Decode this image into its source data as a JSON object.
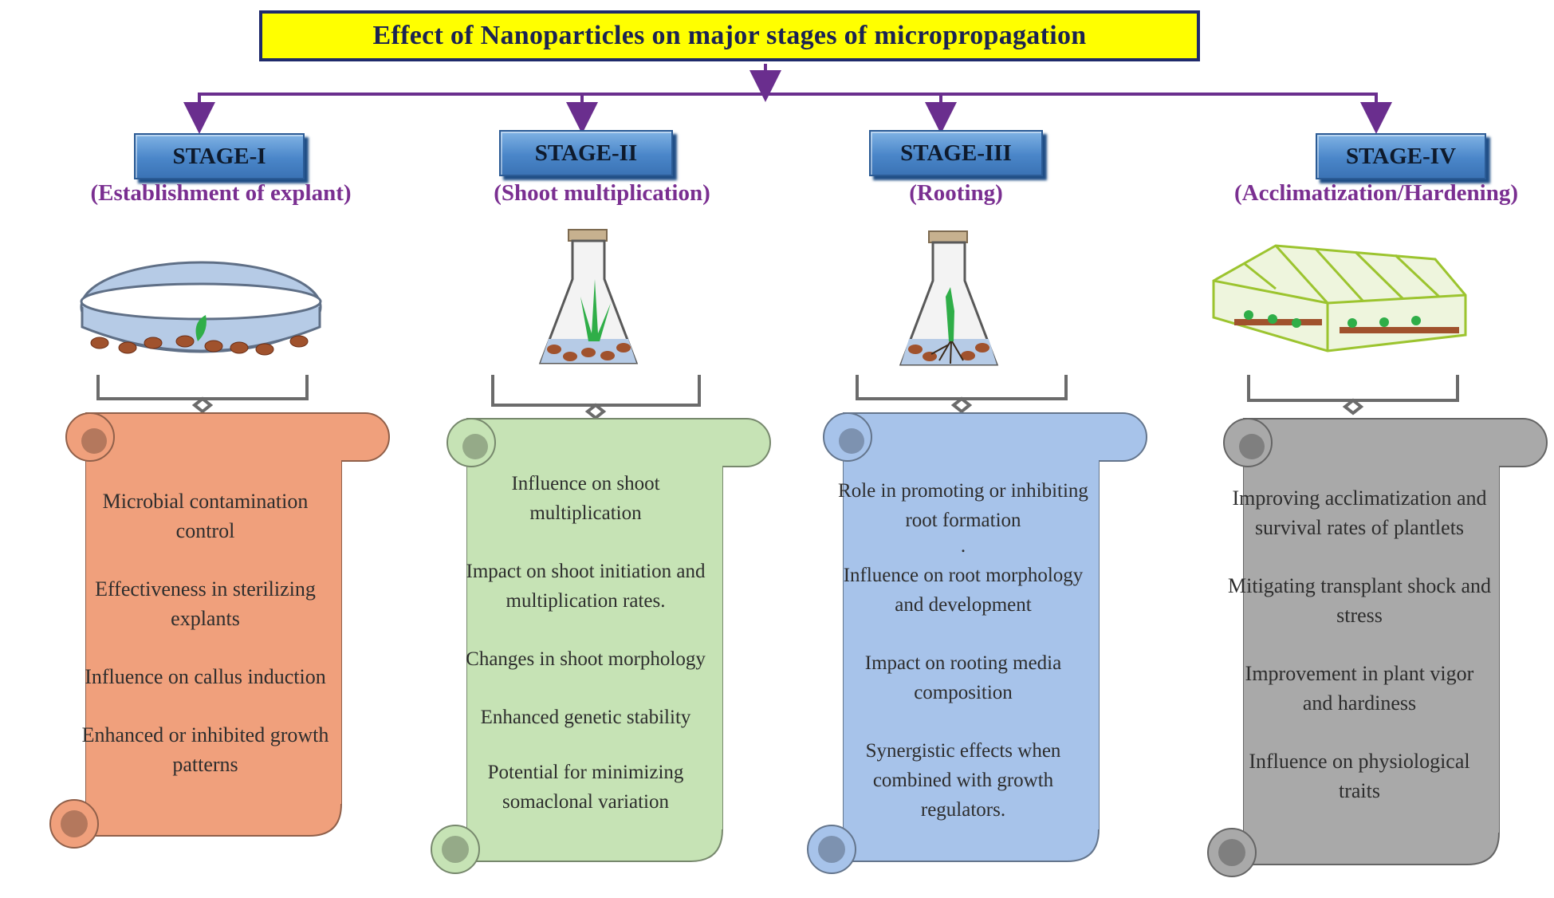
{
  "title": "Effect of Nanoparticles on major stages of micropropagation",
  "stages": [
    {
      "label": "STAGE-I",
      "subtitle": "(Establishment  of explant)",
      "color": "#f0a07c",
      "items": [
        "Microbial contamination control",
        "Effectiveness  in sterilizing  explants",
        "Influence  on callus induction",
        "Enhanced  or inhibited growth patterns"
      ]
    },
    {
      "label": "STAGE-II",
      "subtitle": "(Shoot multiplication)",
      "color": "#c6e3b5",
      "items": [
        "Influence on shoot multiplication",
        "Impact on shoot initiation and multiplication  rates.",
        "Changes in  shoot morphology",
        "Enhanced genetic  stability",
        "Potential  for minimizing somaclonal variation"
      ]
    },
    {
      "label": "STAGE-III",
      "subtitle": "(Rooting)",
      "color": "#a7c3ea",
      "items": [
        "Role  in promoting or inhibiting  root formation",
        ".",
        "Influence  on root morphology and development",
        "Impact on rooting media composition",
        "Synergistic  effects when combined with  growth regulators."
      ]
    },
    {
      "label": "STAGE-IV",
      "subtitle": "(Acclimatization/Hardening)",
      "color": "#a9a9a9",
      "items": [
        "Improving acclimatization  and survival rates of plantlets",
        "Mitigating  transplant shock and stress",
        "Improvement  in plant vigor and hardiness",
        "Influence  on physiological  traits"
      ]
    }
  ],
  "colors": {
    "title_bg": "#ffff00",
    "connector": "#6a2e8e",
    "stage_button": "#4a86c9",
    "subtitle_text": "#7a2f91"
  }
}
